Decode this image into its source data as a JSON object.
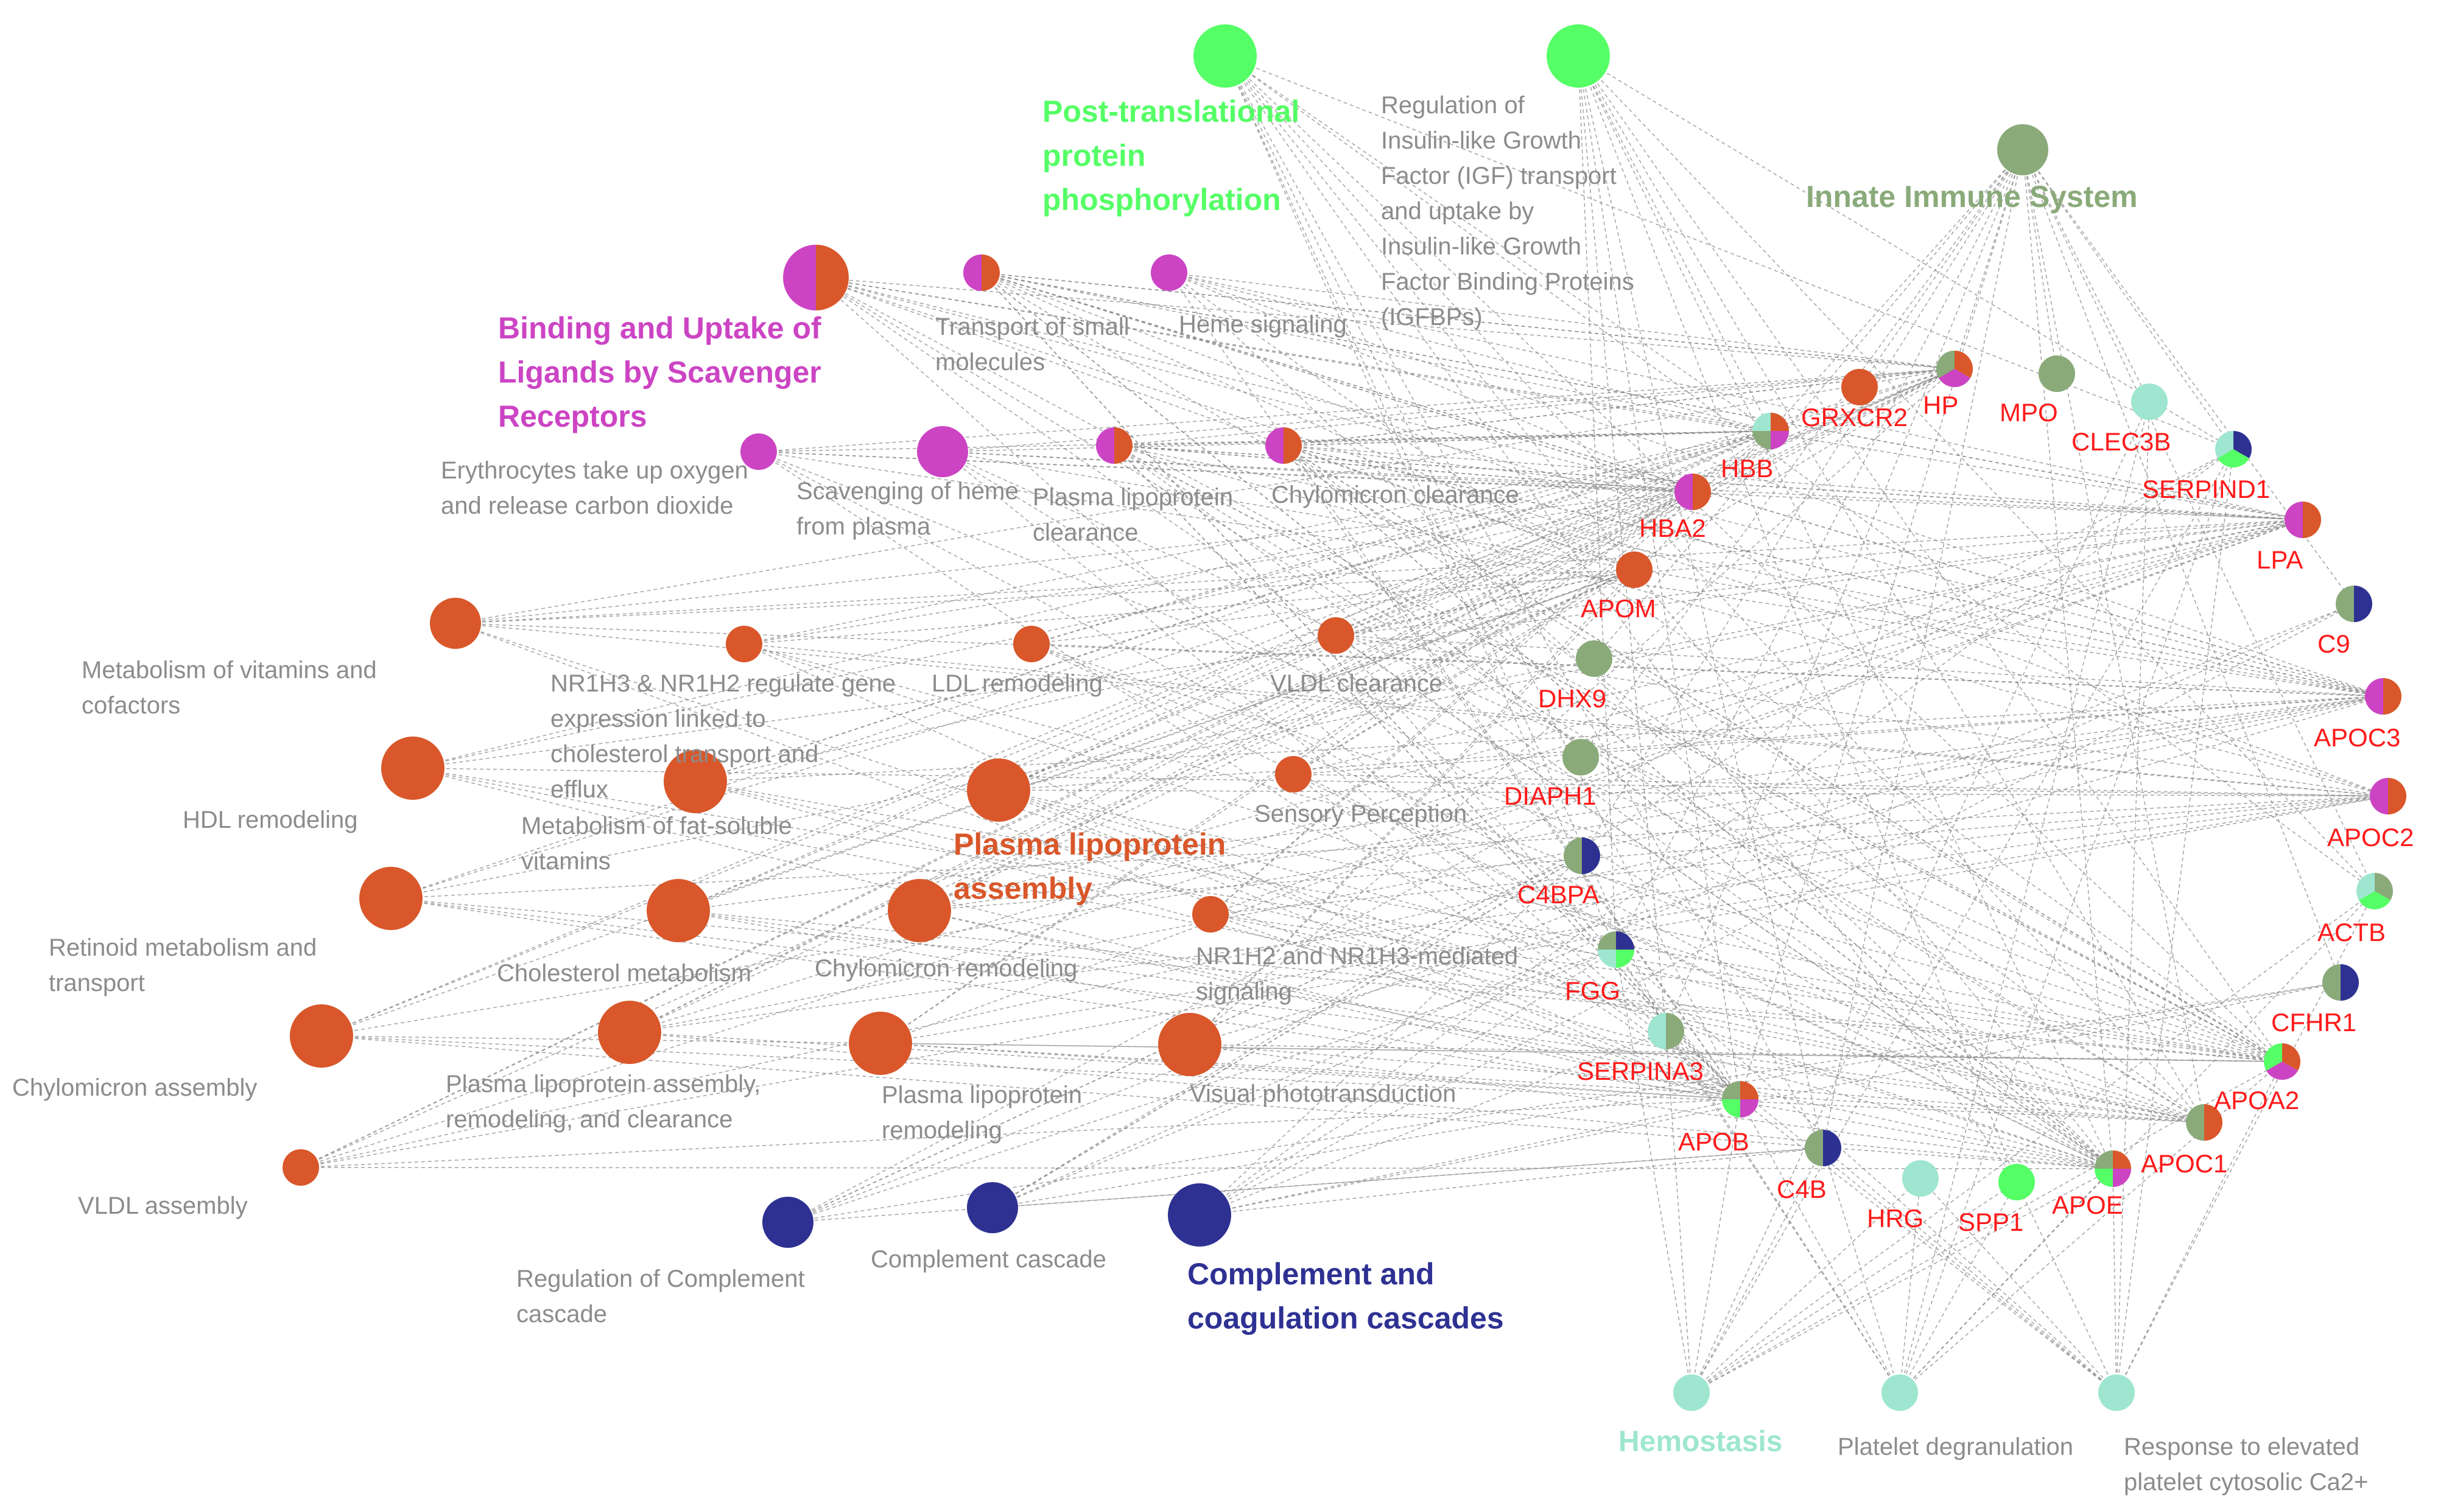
{
  "colors": {
    "lipid": "#d9572a",
    "scavenger": "#cc44c4",
    "complement": "#2e3192",
    "ptm": "#55ff66",
    "immune": "#8aaa7a",
    "hemostasis": "#9ee6d0",
    "pathway_label": "#8c8c8c",
    "gene_label": "#ff1a1a"
  },
  "groups": {
    "ptm": "Post-translational protein phosphorylation",
    "igf": "Regulation of Insulin-like Growth Factor (IGF) transport and uptake by Insulin-like Growth Factor Binding Proteins (IGFBPs)",
    "immune": "Innate Immune System",
    "scavenger": "Binding and Uptake of Ligands by Scavenger Receptors",
    "lipoprotein_assembly": "Plasma lipoprotein assembly",
    "complement_coag": "Complement and coagulation cascades",
    "hemostasis": "Hemostasis"
  },
  "pathways": [
    {
      "id": "transport_small",
      "label": "Transport of small molecules"
    },
    {
      "id": "heme_signaling",
      "label": "Heme signaling"
    },
    {
      "id": "erythrocytes",
      "label": "Erythrocytes take up oxygen and release carbon dioxide"
    },
    {
      "id": "scavenging_heme",
      "label": "Scavenging of heme from plasma"
    },
    {
      "id": "plp_clearance",
      "label": "Plasma lipoprotein clearance"
    },
    {
      "id": "chylo_clearance",
      "label": "Chylomicron clearance"
    },
    {
      "id": "metab_vitamins",
      "label": "Metabolism of vitamins and cofactors"
    },
    {
      "id": "nr1h3_nr1h2",
      "label": "NR1H3 & NR1H2 regulate gene expression linked to cholesterol transport and efflux"
    },
    {
      "id": "ldl_remodeling",
      "label": "LDL remodeling"
    },
    {
      "id": "vldl_clearance",
      "label": "VLDL clearance"
    },
    {
      "id": "hdl_remodeling",
      "label": "HDL remodeling"
    },
    {
      "id": "metab_fat_soluble",
      "label": "Metabolism of fat-soluble vitamins"
    },
    {
      "id": "sensory",
      "label": "Sensory Perception"
    },
    {
      "id": "retinoid",
      "label": "Retinoid metabolism and transport"
    },
    {
      "id": "cholesterol",
      "label": "Cholesterol metabolism"
    },
    {
      "id": "chylo_remodeling",
      "label": "Chylomicron remodeling"
    },
    {
      "id": "nr1h2_signaling",
      "label": "NR1H2 and NR1H3-mediated signaling"
    },
    {
      "id": "chylo_assembly",
      "label": "Chylomicron assembly"
    },
    {
      "id": "plp_arc",
      "label": "Plasma lipoprotein assembly, remodeling, and clearance"
    },
    {
      "id": "plp_remodeling",
      "label": "Plasma lipoprotein remodeling"
    },
    {
      "id": "visual",
      "label": "Visual phototransduction"
    },
    {
      "id": "vldl_assembly",
      "label": "VLDL assembly"
    },
    {
      "id": "reg_complement",
      "label": "Regulation of Complement cascade"
    },
    {
      "id": "complement_cascade",
      "label": "Complement cascade"
    },
    {
      "id": "platelet_degran",
      "label": "Platelet degranulation"
    },
    {
      "id": "platelet_ca",
      "label": "Response to elevated platelet cytosolic Ca2+"
    }
  ],
  "genes": [
    "GRXCR2",
    "HP",
    "MPO",
    "CLEC3B",
    "HBB",
    "SERPIND1",
    "HBA2",
    "LPA",
    "APOM",
    "C9",
    "DHX9",
    "APOC3",
    "DIAPH1",
    "APOC2",
    "C4BPA",
    "ACTB",
    "FGG",
    "CFHR1",
    "SERPINA3",
    "APOA2",
    "APOB",
    "APOC1",
    "C4B",
    "HRG",
    "SPP1",
    "APOE"
  ]
}
